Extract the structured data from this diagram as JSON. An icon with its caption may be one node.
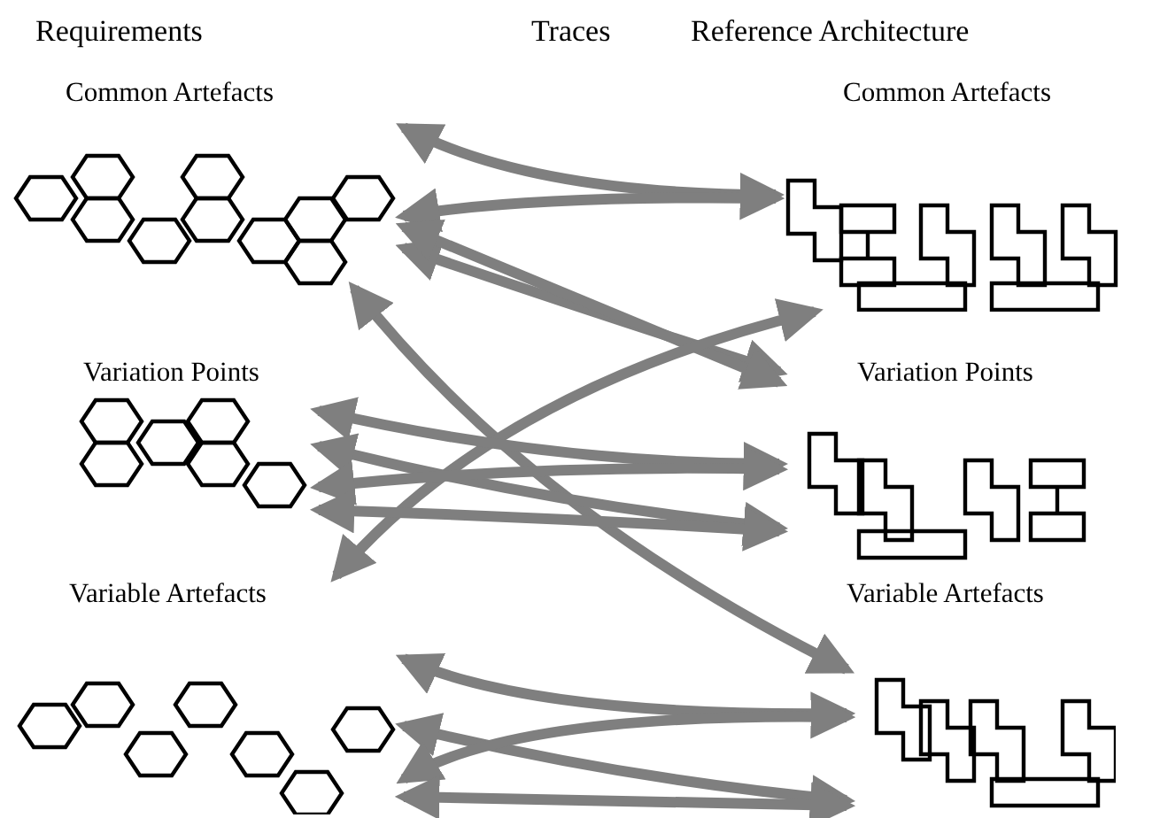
{
  "diagram": {
    "nodes": [
      {
        "text": [
          "Common Artefacts"
        ]
      },
      {
        "text": [
          "Variation Points"
        ]
      },
      {
        "text": [
          "Variable Artefacts"
        ]
      },
      {
        "text": [
          "Common Artefacts"
        ]
      },
      {
        "text": [
          "Variation Points"
        ]
      },
      {
        "text": [
          "Variable Artefacts"
        ]
      }
    ],
    "edges": [
      {
        "from": 0,
        "to": 3,
        "arrow": "both"
      },
      {
        "from": 0,
        "to": 3,
        "arrow": "both"
      },
      {
        "from": 0,
        "to": 4,
        "arrow": "both"
      },
      {
        "from": 0,
        "to": 4,
        "arrow": "both"
      },
      {
        "from": 0,
        "to": 5,
        "arrow": "both"
      },
      {
        "from": 2,
        "to": 3,
        "arrow": "both"
      },
      {
        "from": 1,
        "to": 4,
        "arrow": "both"
      },
      {
        "from": 1,
        "to": 4,
        "arrow": "both"
      },
      {
        "from": 1,
        "to": 4,
        "arrow": "both"
      },
      {
        "from": 1,
        "to": 4,
        "arrow": "both"
      },
      {
        "from": 2,
        "to": 5,
        "arrow": "both"
      },
      {
        "from": 2,
        "to": 5,
        "arrow": "both"
      },
      {
        "from": 2,
        "to": 5,
        "arrow": "both"
      },
      {
        "from": 2,
        "to": 5,
        "arrow": "both"
      }
    ],
    "labels": [
      "Requirements",
      "Traces",
      "Reference Architecture"
    ]
  }
}
